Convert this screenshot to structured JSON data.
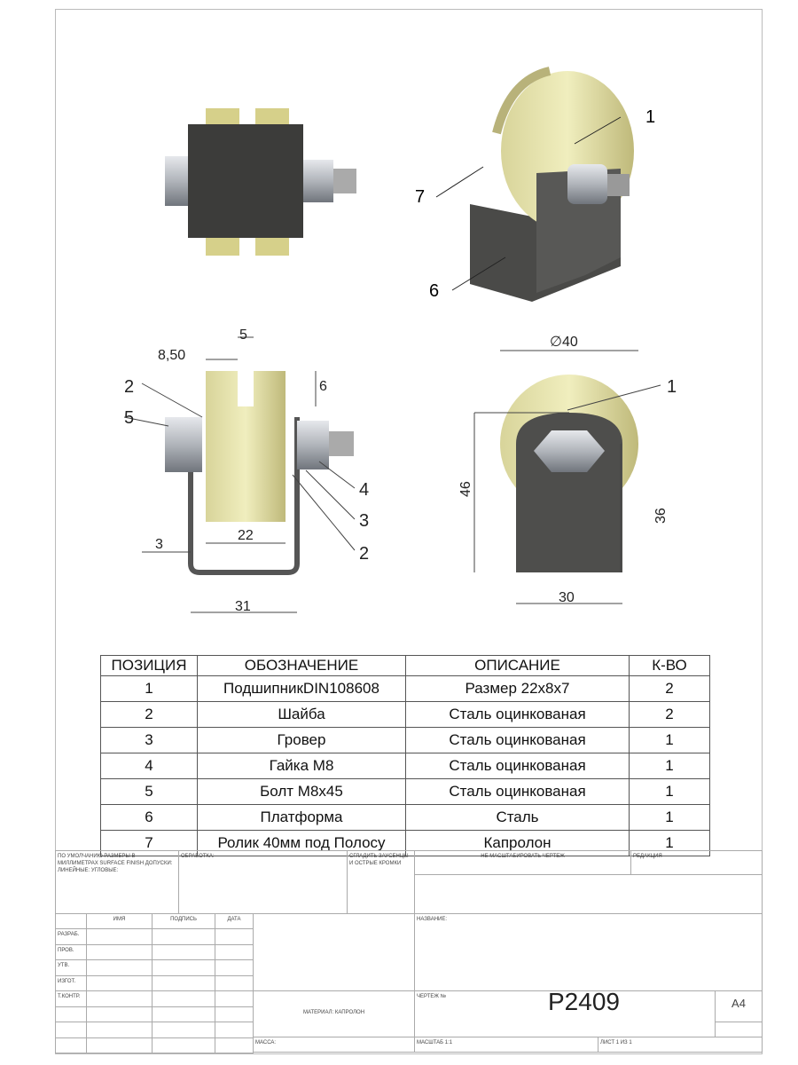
{
  "views": {
    "dims": {
      "d_850": "8,50",
      "d_5": "5",
      "d_6": "6",
      "d_22": "22",
      "d_3": "3",
      "d_31": "31",
      "d_40": "∅40",
      "d_46": "46",
      "d_36": "36",
      "d_30": "30"
    },
    "callouts": {
      "c1a": "1",
      "c7": "7",
      "c6": "6",
      "c2a": "2",
      "c5": "5",
      "c4": "4",
      "c3": "3",
      "c2b": "2",
      "c1b": "1"
    }
  },
  "spec_table": {
    "headers": [
      "ПОЗИЦИЯ",
      "ОБОЗНАЧЕНИЕ",
      "ОПИСАНИЕ",
      "К-ВО"
    ],
    "rows": [
      [
        "1",
        "ПодшипникDIN108608",
        "Размер 22х8х7",
        "2"
      ],
      [
        "2",
        "Шайба",
        "Сталь оцинкованая",
        "2"
      ],
      [
        "3",
        "Гровер",
        "Сталь оцинкованая",
        "1"
      ],
      [
        "4",
        "Гайка М8",
        "Сталь оцинкованая",
        "1"
      ],
      [
        "5",
        "Болт М8х45",
        "Сталь оцинкованая",
        "1"
      ],
      [
        "6",
        "Платформа",
        "Сталь",
        "1"
      ],
      [
        "7",
        "Ролик 40мм под Полосу",
        "Капролон",
        "1"
      ]
    ]
  },
  "title_block": {
    "defaults": "По умолчанию размеры в миллиметрах surface finish допуски: линейные: угловые:",
    "finish": "Обработка:",
    "edges": "Сгладить заусенцы и острые кромки",
    "no_scale": "Не масштабировать чертеж",
    "revision": "Редакция",
    "name_label": "Название:",
    "cols": [
      "Имя",
      "Подпись",
      "Дата"
    ],
    "roles": [
      "Разраб.",
      "Пров.",
      "Утв.",
      "Изгот.",
      "Т.контр."
    ],
    "material": "Материал: Капролон",
    "mass": "Масса:",
    "drawing_no_label": "Чертеж №",
    "drawing_no": "P2409",
    "format": "A4",
    "scale": "Масштаб 1:1",
    "sheet": "Лист 1 из 1"
  }
}
